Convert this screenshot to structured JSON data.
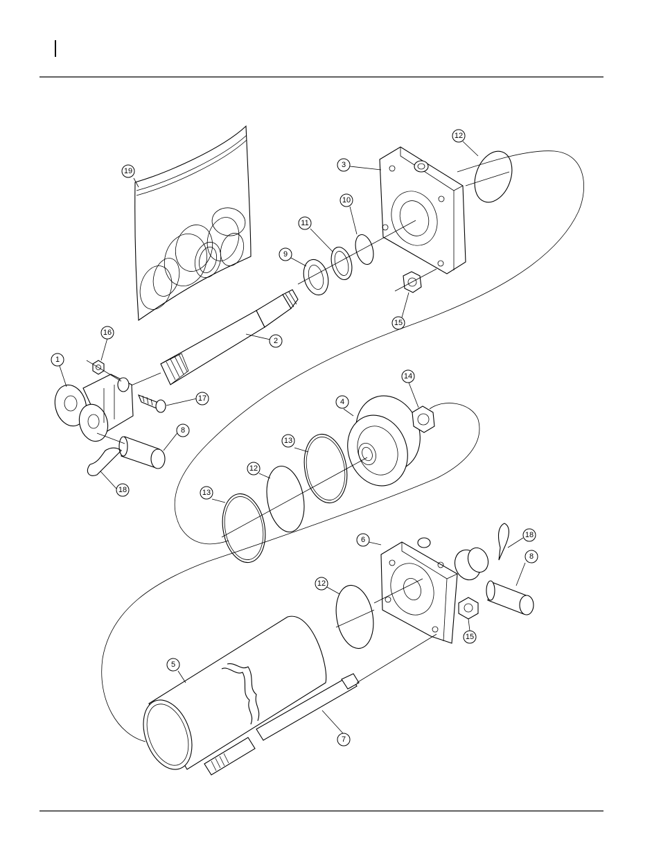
{
  "diagram": {
    "callouts": [
      {
        "id": "c19",
        "label": "19"
      },
      {
        "id": "c12a",
        "label": "12"
      },
      {
        "id": "c3",
        "label": "3"
      },
      {
        "id": "c10",
        "label": "10"
      },
      {
        "id": "c11",
        "label": "11"
      },
      {
        "id": "c9",
        "label": "9"
      },
      {
        "id": "c15a",
        "label": "15"
      },
      {
        "id": "c2",
        "label": "2"
      },
      {
        "id": "c16",
        "label": "16"
      },
      {
        "id": "c1",
        "label": "1"
      },
      {
        "id": "c17",
        "label": "17"
      },
      {
        "id": "c8a",
        "label": "8"
      },
      {
        "id": "c18a",
        "label": "18"
      },
      {
        "id": "c14",
        "label": "14"
      },
      {
        "id": "c4",
        "label": "4"
      },
      {
        "id": "c13a",
        "label": "13"
      },
      {
        "id": "c12b",
        "label": "12"
      },
      {
        "id": "c13b",
        "label": "13"
      },
      {
        "id": "c6",
        "label": "6"
      },
      {
        "id": "c18b",
        "label": "18"
      },
      {
        "id": "c8b",
        "label": "8"
      },
      {
        "id": "c12c",
        "label": "12"
      },
      {
        "id": "c15b",
        "label": "15"
      },
      {
        "id": "c5",
        "label": "5"
      },
      {
        "id": "c7",
        "label": "7"
      }
    ]
  }
}
